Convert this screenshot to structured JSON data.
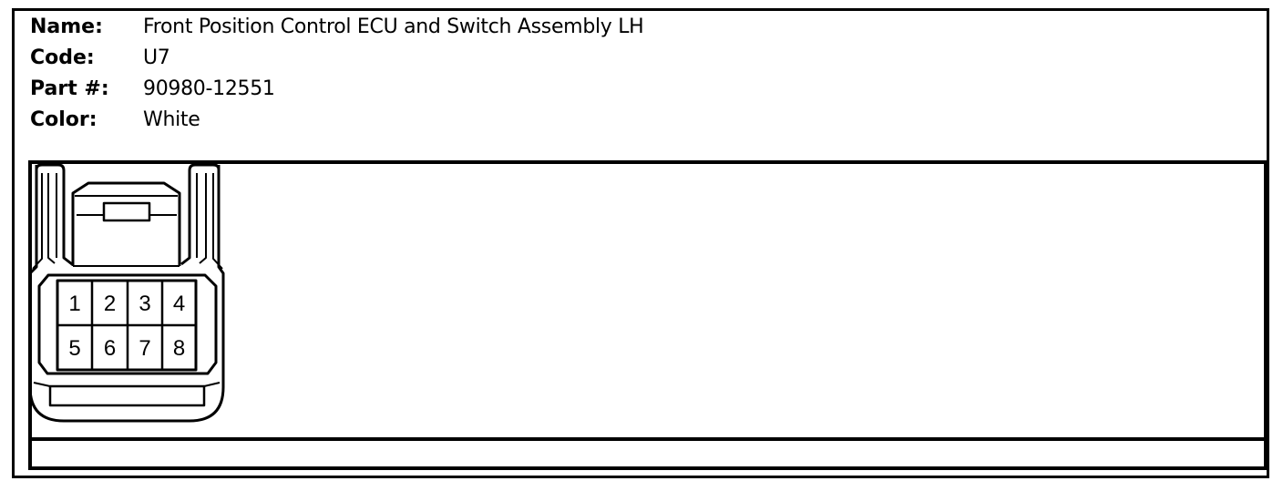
{
  "info": {
    "name_label": "Name:",
    "name_value": "Front Position Control ECU and Switch Assembly LH",
    "code_label": "Code:",
    "code_value": "U7",
    "part_label": "Part #:",
    "part_value": "90980-12551",
    "color_label": "Color:",
    "color_value": "White"
  },
  "connector": {
    "pins_top": [
      "1",
      "2",
      "3",
      "4"
    ],
    "pins_bottom": [
      "5",
      "6",
      "7",
      "8"
    ]
  }
}
